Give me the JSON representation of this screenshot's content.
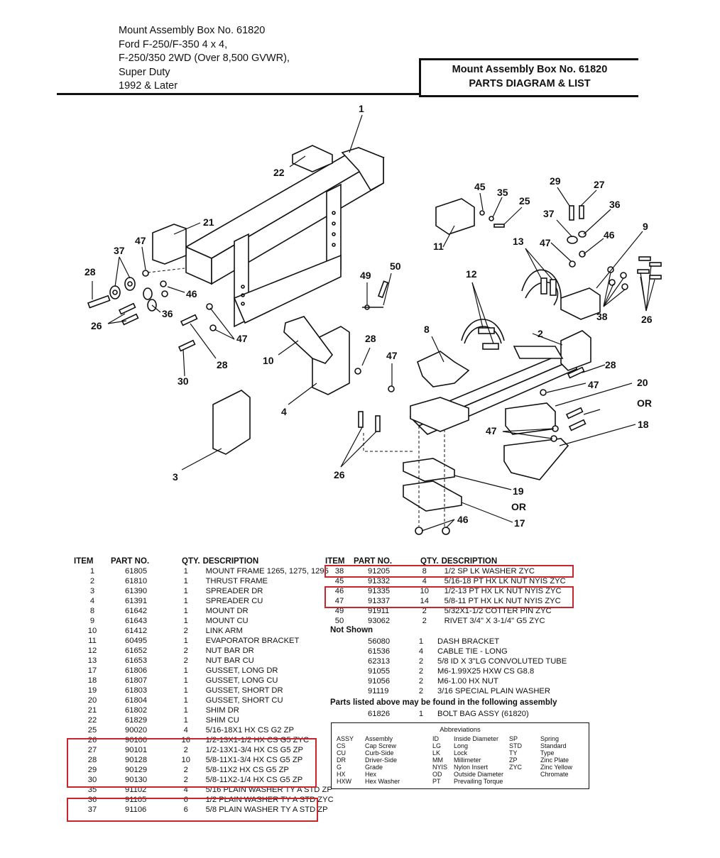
{
  "header": {
    "lines": [
      "Mount Assembly Box No. 61820",
      "Ford F-250/F-350  4 x 4,",
      "F-250/350 2WD (Over 8,500 GVWR),",
      "Super Duty",
      "1992 & Later"
    ],
    "title_box": {
      "line1": "Mount Assembly Box No. 61820",
      "line2": "PARTS  DIAGRAM & LIST"
    }
  },
  "diagram": {
    "callouts": [
      "1",
      "2",
      "3",
      "4",
      "8",
      "9",
      "10",
      "11",
      "12",
      "13",
      "17",
      "18",
      "19",
      "20",
      "21",
      "22",
      "25",
      "26",
      "26",
      "26",
      "27",
      "28",
      "28",
      "28",
      "28",
      "29",
      "30",
      "35",
      "36",
      "36",
      "37",
      "37",
      "38",
      "45",
      "46",
      "46",
      "46",
      "47",
      "47",
      "47",
      "47",
      "47",
      "47",
      "49",
      "50",
      "OR",
      "OR"
    ]
  },
  "table_headers": {
    "item": "ITEM",
    "part_no": "PART NO.",
    "qty": "QTY.",
    "description": "DESCRIPTION"
  },
  "left_table": [
    {
      "item": "1",
      "part": "61805",
      "qty": "1",
      "desc": "MOUNT FRAME  1265, 1275, 1295"
    },
    {
      "item": "2",
      "part": "61810",
      "qty": "1",
      "desc": "THRUST FRAME"
    },
    {
      "item": "3",
      "part": "61390",
      "qty": "1",
      "desc": "SPREADER  DR"
    },
    {
      "item": "4",
      "part": "61391",
      "qty": "1",
      "desc": "SPREADER  CU"
    },
    {
      "item": "8",
      "part": "61642",
      "qty": "1",
      "desc": "MOUNT DR"
    },
    {
      "item": "9",
      "part": "61643",
      "qty": "1",
      "desc": "MOUNT CU"
    },
    {
      "item": "10",
      "part": "61412",
      "qty": "2",
      "desc": "LINK ARM"
    },
    {
      "item": "11",
      "part": "60495",
      "qty": "1",
      "desc": "EVAPORATOR BRACKET"
    },
    {
      "item": "12",
      "part": "61652",
      "qty": "2",
      "desc": "NUT BAR DR"
    },
    {
      "item": "13",
      "part": "61653",
      "qty": "2",
      "desc": "NUT BAR CU"
    },
    {
      "item": "17",
      "part": "61806",
      "qty": "1",
      "desc": "GUSSET, LONG DR"
    },
    {
      "item": "18",
      "part": "61807",
      "qty": "1",
      "desc": "GUSSET, LONG CU"
    },
    {
      "item": "19",
      "part": "61803",
      "qty": "1",
      "desc": "GUSSET, SHORT DR"
    },
    {
      "item": "20",
      "part": "61804",
      "qty": "1",
      "desc": "GUSSET, SHORT CU"
    },
    {
      "item": "21",
      "part": "61802",
      "qty": "1",
      "desc": "SHIM DR"
    },
    {
      "item": "22",
      "part": "61829",
      "qty": "1",
      "desc": "SHIM CU"
    },
    {
      "item": "25",
      "part": "90020",
      "qty": "4",
      "desc": "5/16-18X1 HX CS G2 ZP"
    },
    {
      "item": "26",
      "part": "90100",
      "qty": "16",
      "desc": "1/2-13X1-1/2 HX CS G5 ZYC"
    },
    {
      "item": "27",
      "part": "90101",
      "qty": "2",
      "desc": "1/2-13X1-3/4 HX CS G5 ZP"
    },
    {
      "item": "28",
      "part": "90128",
      "qty": "10",
      "desc": "5/8-11X1-3/4 HX CS G5 ZP"
    },
    {
      "item": "29",
      "part": "90129",
      "qty": "2",
      "desc": "5/8-11X2 HX CS G5 ZP"
    },
    {
      "item": "30",
      "part": "90130",
      "qty": "2",
      "desc": "5/8-11X2-1/4 HX CS G5 ZP"
    },
    {
      "item": "35",
      "part": "91102",
      "qty": "4",
      "desc": "5/16 PLAIN WASHER TY A STD ZP"
    },
    {
      "item": "36",
      "part": "91105",
      "qty": "6",
      "desc": "1/2 PLAIN WASHER TY A STD ZYC"
    },
    {
      "item": "37",
      "part": "91106",
      "qty": "6",
      "desc": "5/8 PLAIN WASHER TY A STD ZP"
    }
  ],
  "right_table": [
    {
      "item": "38",
      "part": "91205",
      "qty": "8",
      "desc": "1/2 SP LK WASHER ZYC"
    },
    {
      "item": "45",
      "part": "91332",
      "qty": "4",
      "desc": "5/16-18 PT HX LK NUT NYIS ZYC"
    },
    {
      "item": "46",
      "part": "91335",
      "qty": "10",
      "desc": "1/2-13 PT HX LK NUT NYIS ZYC"
    },
    {
      "item": "47",
      "part": "91337",
      "qty": "14",
      "desc": "5/8-11 PT HX LK NUT NYIS ZYC"
    },
    {
      "item": "49",
      "part": "91911",
      "qty": "2",
      "desc": "5/32X1-1/2 COTTER PIN ZYC"
    },
    {
      "item": "50",
      "part": "93062",
      "qty": "2",
      "desc": "RIVET 3/4\" X 3-1/4\" G5 ZYC"
    }
  ],
  "not_shown": {
    "label": "Not Shown",
    "rows": [
      {
        "part": "56080",
        "qty": "1",
        "desc": "DASH BRACKET"
      },
      {
        "part": "61536",
        "qty": "4",
        "desc": "CABLE TIE - LONG"
      },
      {
        "part": "62313",
        "qty": "2",
        "desc": "5/8 ID X 3\"LG CONVOLUTED TUBE"
      },
      {
        "part": "91055",
        "qty": "2",
        "desc": "M6-1.99X25 HXW CS G8.8"
      },
      {
        "part": "91056",
        "qty": "2",
        "desc": "M6-1.00 HX NUT"
      },
      {
        "part": "91119",
        "qty": "2",
        "desc": "3/16 SPECIAL PLAIN WASHER"
      }
    ]
  },
  "bolt_bag": {
    "label": "Parts listed above may be found in the following assembly",
    "rows": [
      {
        "part": "61826",
        "qty": "1",
        "desc": "BOLT BAG ASSY (61820)"
      }
    ]
  },
  "abbreviations": {
    "title": "Abbreviations",
    "rows": [
      [
        "ASSY",
        "Assembly",
        "ID",
        "Inside Diameter",
        "SP",
        "Spring"
      ],
      [
        "CS",
        "Cap Screw",
        "LG",
        "Long",
        "STD",
        "Standard"
      ],
      [
        "CU",
        "Curb-Side",
        "LK",
        "Lock",
        "TY",
        "Type"
      ],
      [
        "DR",
        "Driver-Side",
        "MM",
        "Millimeter",
        "ZP",
        "Zinc Plate"
      ],
      [
        "G",
        "Grade",
        "NYIS",
        "Nylon Insert",
        "ZYC",
        "Zinc Yellow"
      ],
      [
        "HX",
        "Hex",
        "OD",
        "Outside Diameter",
        "",
        "Chromate"
      ],
      [
        "HXW",
        "Hex Washer",
        "PT",
        "Prevailing Torque",
        "",
        ""
      ]
    ]
  },
  "highlight_color": "#c8262d"
}
